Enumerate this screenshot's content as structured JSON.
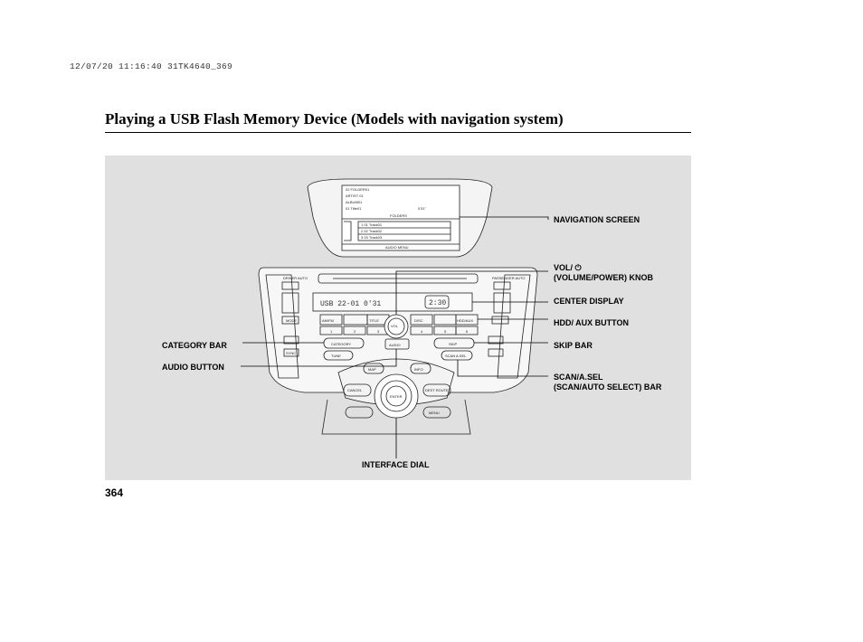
{
  "header_stamp": "12/07/20 11:16:40 31TK4640_369",
  "title": "Playing a USB Flash Memory Device (Models with navigation system)",
  "page_number": "364",
  "callouts": {
    "navigation_screen": "NAVIGATION SCREEN",
    "vol_line1": "VOL/",
    "vol_line2": "(VOLUME/POWER) KNOB",
    "center_display": "CENTER DISPLAY",
    "hdd_aux": "HDD/ AUX BUTTON",
    "skip_bar": "SKIP BAR",
    "scan_line1": "SCAN/A.SEL",
    "scan_line2": "(SCAN/AUTO SELECT) BAR",
    "category_bar": "CATEGORY BAR",
    "audio_button": "AUDIO BUTTON",
    "interface_dial": "INTERFACE DIAL"
  },
  "screen": {
    "rows": [
      "22 FOLDER01",
      "ARTIST 01",
      "ALBUM01",
      "01 Title01"
    ],
    "time": "0'31\"",
    "folders_label": "FOLDERS",
    "tracks": [
      "1  01 Track01",
      "2  02 Track02",
      "3  03 Track03"
    ],
    "audio_menu": "AUDIO MENU"
  },
  "console": {
    "driver_auto": "DRIVER AUTO",
    "passenger_auto": "PASSENGER AUTO",
    "mode": "MODE",
    "sync": "SYNC",
    "buttons_row1": [
      "AM/FM",
      "",
      "TITLE",
      "",
      "DISC",
      "HDD/AUX"
    ],
    "presets": [
      "1",
      "2",
      "3",
      "4",
      "5",
      "6"
    ],
    "category": "CATEGORY",
    "tune": "TUNE",
    "audio": "AUDIO",
    "vol": "VOL",
    "skip": "SKIP",
    "scan": "SCAN A.SEL",
    "map": "MAP",
    "info": "INFO",
    "cancel": "CANCEL",
    "enter": "ENTER",
    "dest_route": "DEST ROUTE",
    "menu": "MENU",
    "display_text": "USB  22-01 0'31",
    "display_time": "2:30"
  }
}
